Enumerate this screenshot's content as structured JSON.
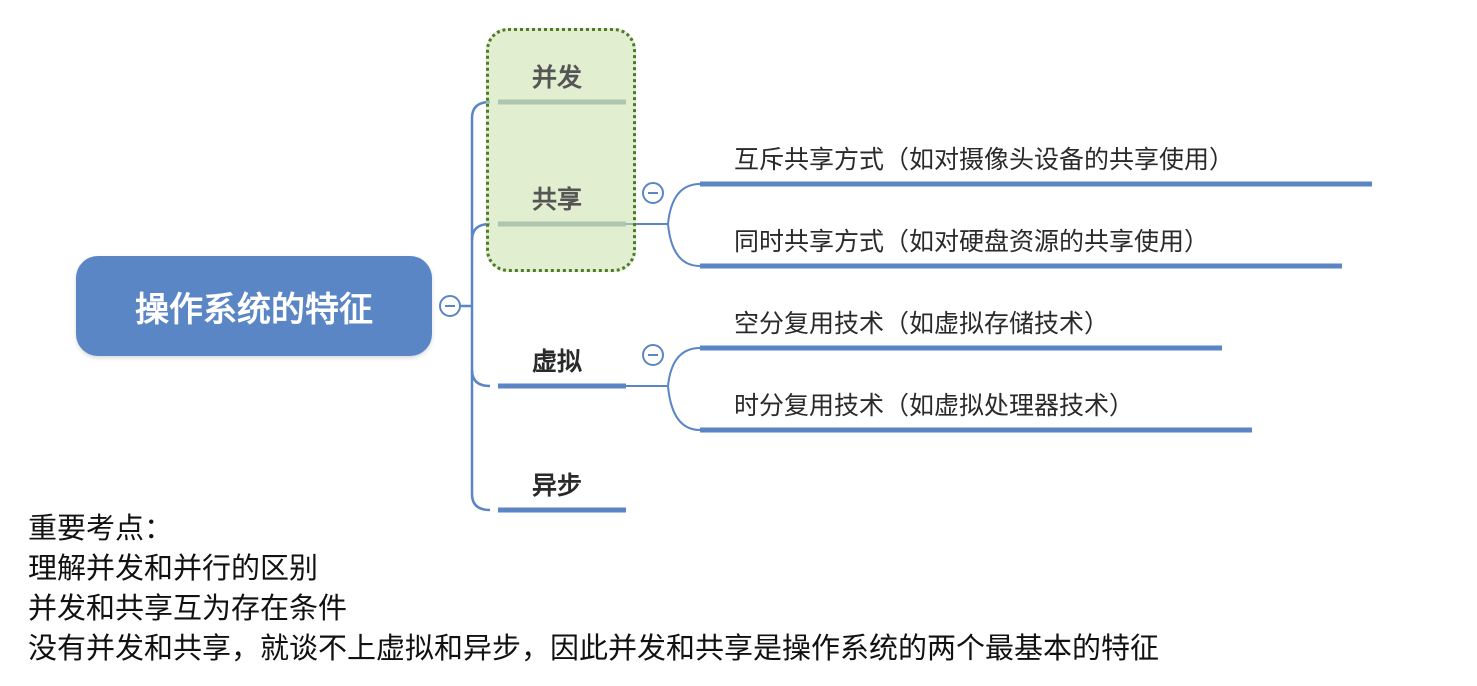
{
  "root": {
    "label": "操作系统的特征"
  },
  "branches": [
    {
      "label": "并发"
    },
    {
      "label": "共享",
      "children": [
        {
          "label": "互斥共享方式（如对摄像头设备的共享使用）"
        },
        {
          "label": "同时共享方式（如对硬盘资源的共享使用）"
        }
      ]
    },
    {
      "label": "虚拟",
      "children": [
        {
          "label": "空分复用技术（如虚拟存储技术）"
        },
        {
          "label": "时分复用技术（如虚拟处理器技术）"
        }
      ]
    },
    {
      "label": "异步"
    }
  ],
  "notes": {
    "heading": "重要考点：",
    "lines": [
      "理解并发和并行的区别",
      "并发和共享互为存在条件",
      "没有并发和共享，就谈不上虚拟和异步，因此并发和共享是操作系统的两个最基本的特征"
    ]
  },
  "colors": {
    "branch_line": "#5b86c5",
    "highlight_fill": "#c8e1aa",
    "highlight_border": "#4f7a2a"
  }
}
